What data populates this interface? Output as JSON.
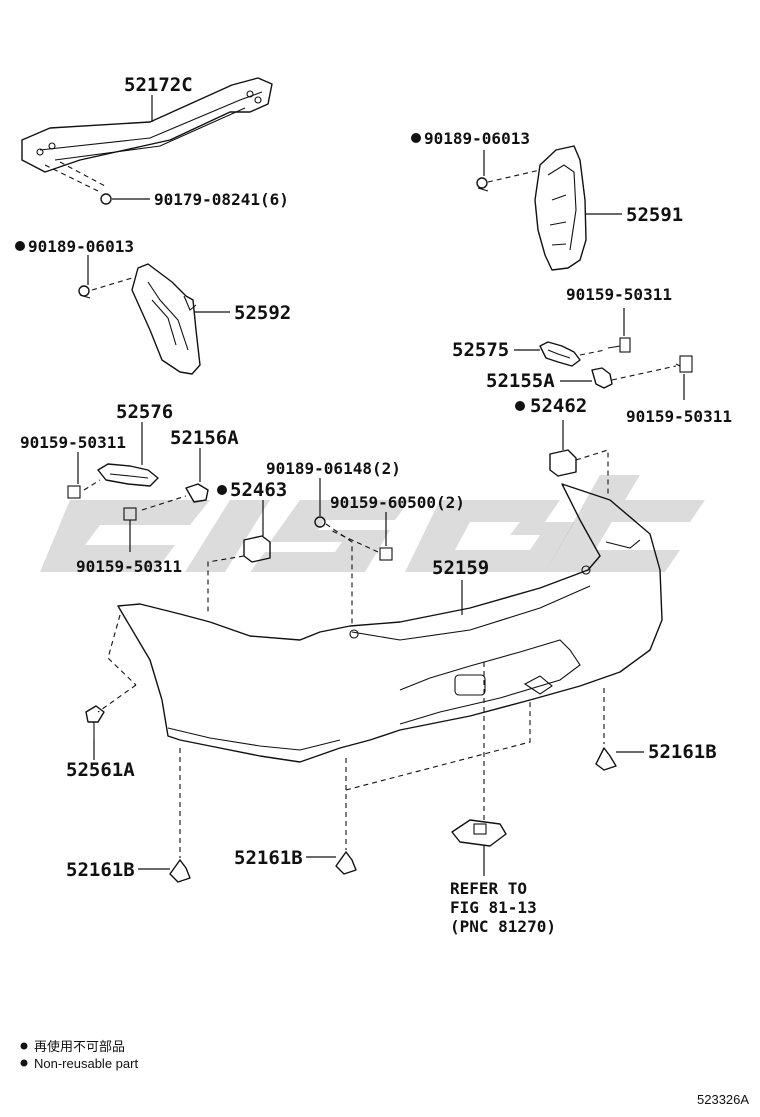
{
  "parts": {
    "p52172C": "52172C",
    "p90179_08241": "90179-08241(6)",
    "p90189_06013_left": "90189-06013",
    "p52592": "52592",
    "p90189_06013_right": "90189-06013",
    "p52591": "52591",
    "p90159_50311_a": "90159-50311",
    "p52575": "52575",
    "p52155A": "52155A",
    "p90159_50311_b": "90159-50311",
    "p52462": "52462",
    "p52576": "52576",
    "p52156A": "52156A",
    "p90159_50311_c": "90159-50311",
    "p52463": "52463",
    "p90159_50311_d": "90159-50311",
    "p90189_06148": "90189-06148(2)",
    "p90159_60500": "90159-60500(2)",
    "p52159": "52159",
    "p52561A": "52561A",
    "p52161B_right": "52161B",
    "p52161B_left": "52161B",
    "p52161B_mid": "52161B"
  },
  "reference": {
    "line1": "REFER TO",
    "line2": "FIG 81-13",
    "line3": "(PNC 81270)"
  },
  "legend": {
    "japanese": "再使用不可部品",
    "english": "Non-reusable part"
  },
  "figure_id": "523326A",
  "watermark": "cisgt"
}
